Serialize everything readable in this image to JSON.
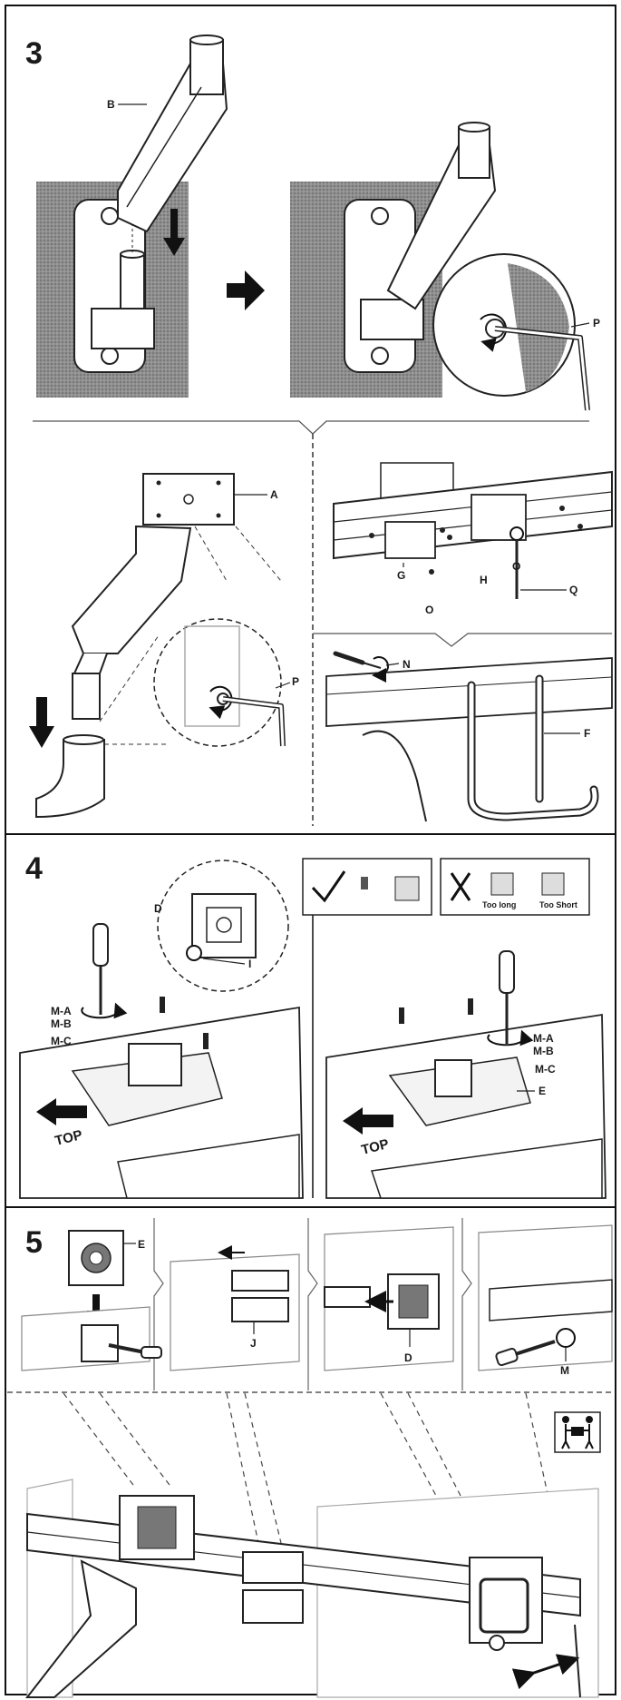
{
  "steps": [
    {
      "number": "3"
    },
    {
      "number": "4"
    },
    {
      "number": "5"
    }
  ],
  "parts": {
    "A": "A",
    "B": "B",
    "D": "D",
    "E": "E",
    "F": "F",
    "G": "G",
    "H": "H",
    "I": "I",
    "J": "J",
    "M": "M",
    "N": "N",
    "O": "O",
    "P": "P",
    "Q": "Q"
  },
  "screws": {
    "ma": "M-A",
    "mb": "M-B",
    "mc": "M-C"
  },
  "orientation": "TOP",
  "screw_check": {
    "too_long": "Too long",
    "too_short": "Too Short"
  }
}
